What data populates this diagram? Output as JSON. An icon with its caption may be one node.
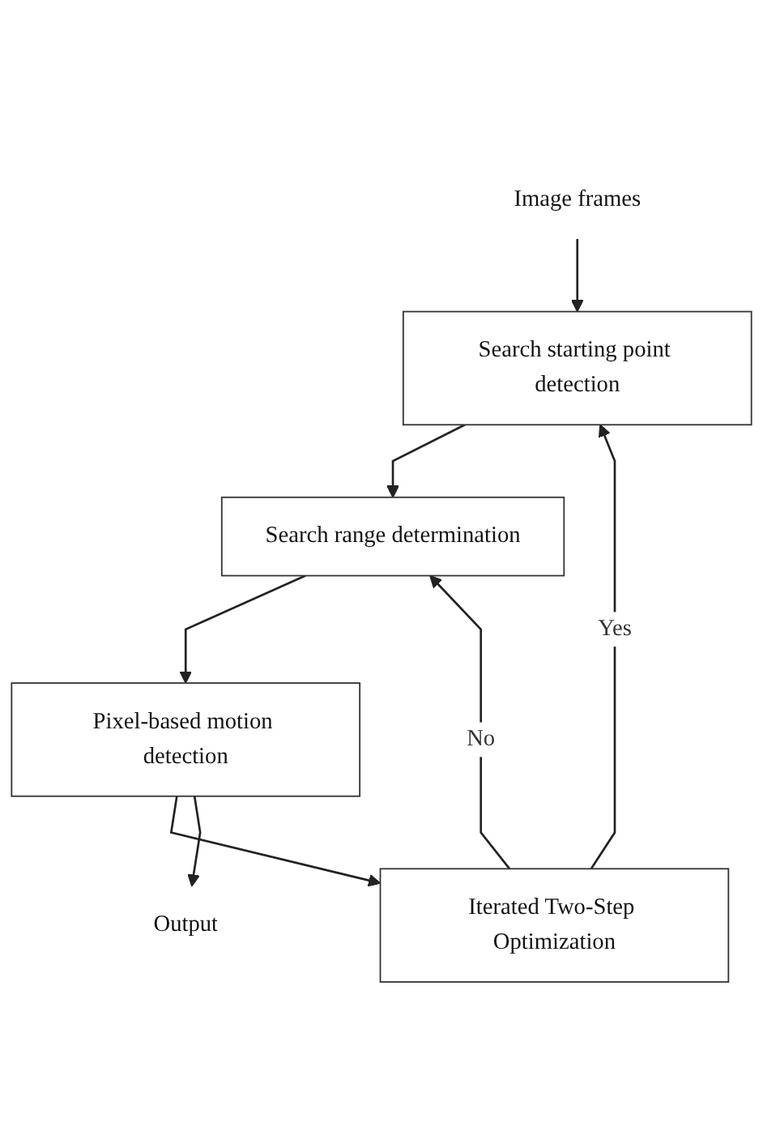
{
  "diagram": {
    "nodes": [
      {
        "text": [
          "Image frames"
        ]
      },
      {
        "text": [
          "Search starting point detection"
        ]
      },
      {
        "text": [
          "Search range determination"
        ]
      },
      {
        "text": [
          "Pixel-based motion detection"
        ]
      },
      {
        "text": [
          "Iterated Two-Step Optimization"
        ]
      },
      {
        "text": [
          "Output"
        ]
      }
    ],
    "edges": [
      {
        "from": 0,
        "to": 1,
        "arrow": "to"
      },
      {
        "from": 1,
        "to": 2,
        "arrow": "to"
      },
      {
        "from": 2,
        "to": 3,
        "arrow": "to"
      },
      {
        "from": 3,
        "to": 4,
        "arrow": "to"
      },
      {
        "from": 3,
        "to": 5,
        "arrow": "to"
      },
      {
        "from": 4,
        "to": 1,
        "arrow": "to",
        "label": "Yes"
      },
      {
        "from": 4,
        "to": 2,
        "arrow": "to",
        "label": "No"
      }
    ]
  }
}
